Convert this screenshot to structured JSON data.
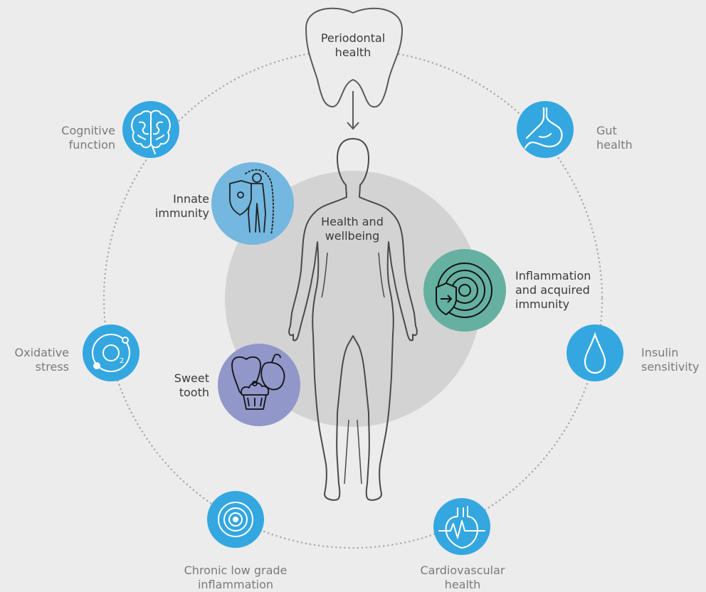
{
  "center": {
    "label": "Health and\nwellbeing"
  },
  "periodontal": {
    "label": "Periodontal\nhealth",
    "icon": "tooth-icon"
  },
  "outer_nodes": [
    {
      "id": "cognitive",
      "label": "Cognitive\nfunction",
      "icon": "brain-icon"
    },
    {
      "id": "gut",
      "label": "Gut\nhealth",
      "icon": "stomach-icon"
    },
    {
      "id": "insulin",
      "label": "Insulin\nsensitivity",
      "icon": "droplet-icon"
    },
    {
      "id": "cardio",
      "label": "Cardiovascular\nhealth",
      "icon": "heart-icon"
    },
    {
      "id": "chronic",
      "label": "Chronic low grade\ninflammation",
      "icon": "target-rings-icon"
    },
    {
      "id": "oxidative",
      "label": "Oxidative\nstress",
      "icon": "oxygen-icon"
    }
  ],
  "inner_nodes": [
    {
      "id": "innate",
      "label": "Innate\nimmunity",
      "icon": "body-shield-icon",
      "color": "#74b7df"
    },
    {
      "id": "inflammation",
      "label": "Inflammation\nand acquired\nimmunity",
      "icon": "shield-target-icon",
      "color": "#65b0a1"
    },
    {
      "id": "sweet",
      "label": "Sweet\ntooth",
      "icon": "sweets-icon",
      "color": "#9297c9"
    }
  ],
  "colors": {
    "outer_circle": "#34a7e0",
    "inner_disc": "#d3d3d3",
    "ring": "#a9a9a9",
    "text": "#7a7a7a"
  }
}
